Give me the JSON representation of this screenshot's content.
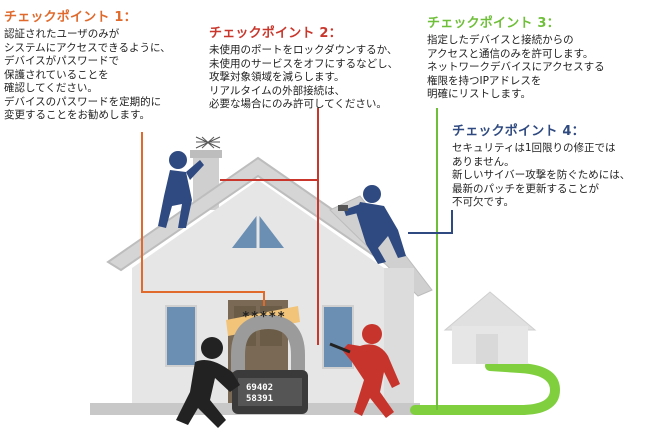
{
  "checkpoints": [
    {
      "title": "チェックポイント 1：",
      "lines": [
        "認証されたユーザのみが",
        "システムにアクセスできるように、",
        "デバイスがパスワードで",
        "保護されていることを",
        "確認してください。",
        "デバイスのパスワードを定期的に",
        "変更することをお勧めします。"
      ]
    },
    {
      "title": "チェックポイント 2：",
      "lines": [
        "未使用のポートをロックダウンするか、",
        "未使用のサービスをオフにするなどし、",
        "攻撃対象領域を減らします。",
        "リアルタイムの外部接続は、",
        "必要な場合にのみ許可してください。"
      ]
    },
    {
      "title": "チェックポイント 3：",
      "lines": [
        "指定したデバイスと接続からの",
        "アクセスと通信のみを許可します。",
        "ネットワークデバイスにアクセスする",
        "権限を持つIPアドレスを",
        "明確にリストします。"
      ]
    },
    {
      "title": "チェックポイント 4：",
      "lines": [
        "セキュリティは1回限りの修正では",
        "ありません。",
        "新しいサイバー攻撃を防ぐためには、",
        "最新のパッチを更新することが",
        "不可欠です。"
      ]
    }
  ],
  "password_label": "*****",
  "lock_digits": [
    "69402",
    "58391"
  ],
  "colors": {
    "cp1": "#e06a2c",
    "cp2": "#c9372c",
    "cp3": "#6fbf3a",
    "cp4": "#2f4a80",
    "house_wall": "#e4e4e4",
    "roof": "#d8d8d8",
    "window": "#6b8fb3",
    "door": "#7a6a55"
  },
  "icons": [
    "lock-icon",
    "worker-icon",
    "hacker-icon"
  ]
}
